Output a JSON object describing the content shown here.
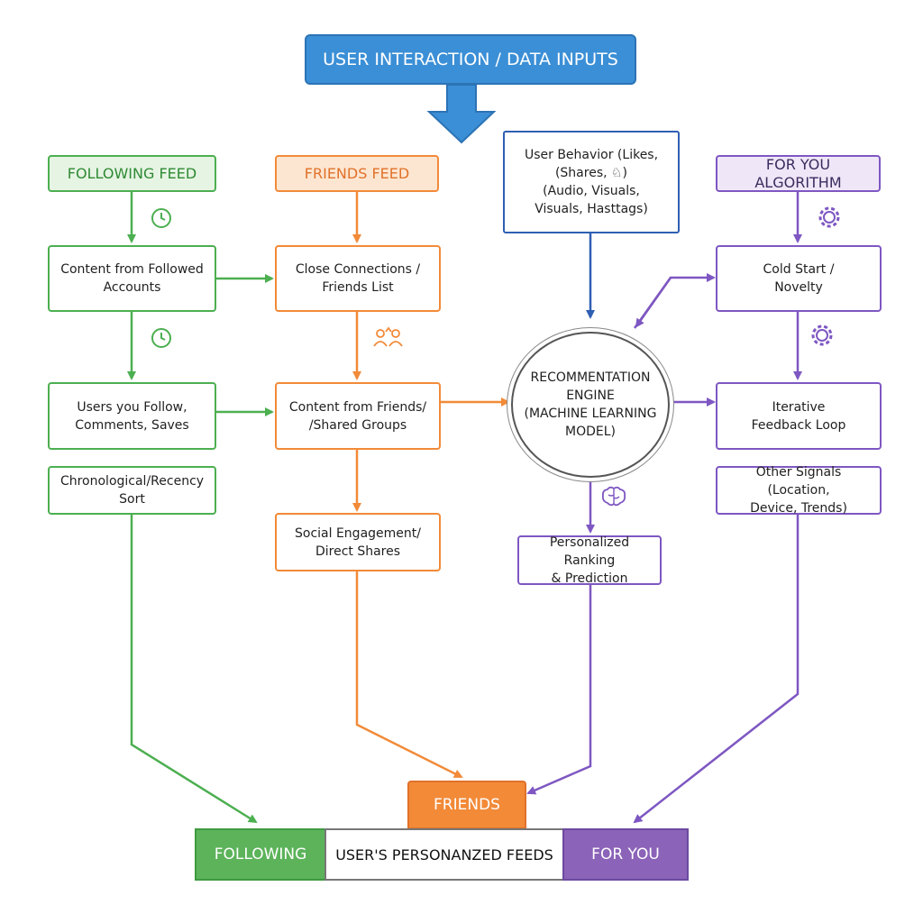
{
  "top": {
    "label": "USER INTERACTION / DATA INPUTS"
  },
  "following": {
    "header": "FOLLOWING FEED",
    "n1": [
      "Content from Followed",
      "Accounts"
    ],
    "n2": [
      "Users you Follow,",
      "Comments, Saves"
    ],
    "n3": [
      "Chronological/Recency Sort"
    ]
  },
  "friends": {
    "header": "FRIENDS FEED",
    "n1": [
      "Close Connections /",
      "Friends List"
    ],
    "n2": [
      "Content from Friends/",
      "/Shared Groups"
    ],
    "n3": [
      "Social Engagement/",
      "Direct Shares"
    ]
  },
  "behavior": {
    "lines": [
      "User Behavior (Likes,",
      "(Shares, ♘)",
      "(Audio, Visuals,",
      "Visuals, Hasttags)"
    ]
  },
  "engine": {
    "lines": [
      "RECOMMENTATION",
      "ENGINE",
      "(MACHINE LEARNING",
      "MODEL)"
    ]
  },
  "ranking": {
    "lines": [
      "Personalized Ranking",
      "& Prediction"
    ]
  },
  "foryou": {
    "header": "FOR YOU ALGORITHM",
    "n1": [
      "Cold Start /",
      "Novelty"
    ],
    "n2": [
      "Iterative",
      "Feedback Loop"
    ],
    "n3": [
      "Other Signals (Location,",
      "Device, Trends)"
    ]
  },
  "bottom": {
    "friends_tab": "FRIENDS",
    "following": "FOLLOWING",
    "center": "USER'S PERSONANZED FEEDS",
    "foryou": "FOR YOU"
  },
  "colors": {
    "green": "#4caf50",
    "orange": "#f28a38",
    "purple": "#7e57c2",
    "blue": "#2f5fb3",
    "top_blue": "#3b8fd6"
  },
  "icons": [
    "clock-icon",
    "clock-icon",
    "people-icon",
    "gear-icon",
    "gear-icon",
    "brain-icon"
  ]
}
